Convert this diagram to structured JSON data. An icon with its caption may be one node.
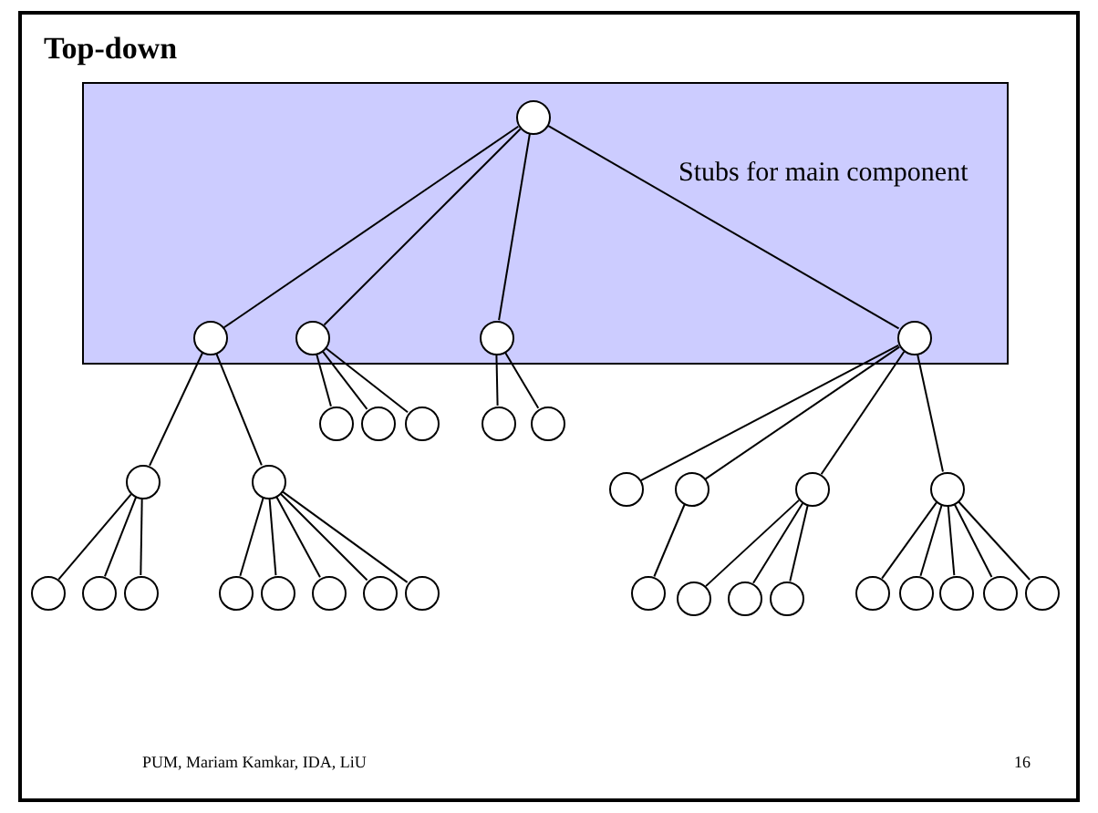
{
  "diagram": {
    "title": "Top-down",
    "nodes": [
      {
        "text": [
          "Stubs for main component"
        ]
      },
      {
        "text": [],
        "shape": "circle",
        "in": 0
      },
      {
        "text": [],
        "shape": "circle",
        "in": 0
      },
      {
        "text": [],
        "shape": "circle",
        "in": 0
      },
      {
        "text": [],
        "shape": "circle",
        "in": 0
      },
      {
        "text": [],
        "shape": "circle",
        "in": 0
      },
      {
        "text": [],
        "shape": "circle"
      },
      {
        "text": [],
        "shape": "circle"
      },
      {
        "text": [],
        "shape": "circle"
      },
      {
        "text": [],
        "shape": "circle"
      },
      {
        "text": [],
        "shape": "circle"
      },
      {
        "text": [],
        "shape": "circle"
      },
      {
        "text": [],
        "shape": "circle"
      },
      {
        "text": [],
        "shape": "circle"
      },
      {
        "text": [],
        "shape": "circle"
      },
      {
        "text": [],
        "shape": "circle"
      },
      {
        "text": [],
        "shape": "circle"
      },
      {
        "text": [],
        "shape": "circle"
      },
      {
        "text": [],
        "shape": "circle"
      },
      {
        "text": [],
        "shape": "circle"
      },
      {
        "text": [],
        "shape": "circle"
      },
      {
        "text": [],
        "shape": "circle"
      },
      {
        "text": [],
        "shape": "circle"
      },
      {
        "text": [],
        "shape": "circle"
      },
      {
        "text": [],
        "shape": "circle"
      },
      {
        "text": [],
        "shape": "circle"
      },
      {
        "text": [],
        "shape": "circle"
      },
      {
        "text": [],
        "shape": "circle"
      },
      {
        "text": [],
        "shape": "circle"
      },
      {
        "text": [],
        "shape": "circle"
      },
      {
        "text": [],
        "shape": "circle"
      },
      {
        "text": [],
        "shape": "circle"
      },
      {
        "text": [],
        "shape": "circle"
      },
      {
        "text": [],
        "shape": "circle"
      }
    ],
    "edges": [
      {
        "from": 1,
        "to": 2,
        "arrow": "none"
      },
      {
        "from": 1,
        "to": 3,
        "arrow": "none"
      },
      {
        "from": 1,
        "to": 4,
        "arrow": "none"
      },
      {
        "from": 1,
        "to": 5,
        "arrow": "none"
      },
      {
        "from": 3,
        "to": 6,
        "arrow": "none"
      },
      {
        "from": 3,
        "to": 7,
        "arrow": "none"
      },
      {
        "from": 3,
        "to": 8,
        "arrow": "none"
      },
      {
        "from": 4,
        "to": 9,
        "arrow": "none"
      },
      {
        "from": 4,
        "to": 10,
        "arrow": "none"
      },
      {
        "from": 2,
        "to": 11,
        "arrow": "none"
      },
      {
        "from": 2,
        "to": 12,
        "arrow": "none"
      },
      {
        "from": 5,
        "to": 13,
        "arrow": "none"
      },
      {
        "from": 5,
        "to": 14,
        "arrow": "none"
      },
      {
        "from": 5,
        "to": 15,
        "arrow": "none"
      },
      {
        "from": 5,
        "to": 16,
        "arrow": "none"
      },
      {
        "from": 11,
        "to": 17,
        "arrow": "none"
      },
      {
        "from": 11,
        "to": 18,
        "arrow": "none"
      },
      {
        "from": 11,
        "to": 19,
        "arrow": "none"
      },
      {
        "from": 12,
        "to": 20,
        "arrow": "none"
      },
      {
        "from": 12,
        "to": 21,
        "arrow": "none"
      },
      {
        "from": 12,
        "to": 22,
        "arrow": "none"
      },
      {
        "from": 12,
        "to": 23,
        "arrow": "none"
      },
      {
        "from": 12,
        "to": 24,
        "arrow": "none"
      },
      {
        "from": 14,
        "to": 25,
        "arrow": "none"
      },
      {
        "from": 15,
        "to": 26,
        "arrow": "none"
      },
      {
        "from": 15,
        "to": 27,
        "arrow": "none"
      },
      {
        "from": 15,
        "to": 28,
        "arrow": "none"
      },
      {
        "from": 16,
        "to": 29,
        "arrow": "none"
      },
      {
        "from": 16,
        "to": 30,
        "arrow": "none"
      },
      {
        "from": 16,
        "to": 31,
        "arrow": "none"
      },
      {
        "from": 16,
        "to": 32,
        "arrow": "none"
      },
      {
        "from": 16,
        "to": 33,
        "arrow": "none"
      }
    ],
    "labels": [
      "PUM, Mariam Kamkar, IDA, LiU",
      "16"
    ]
  }
}
